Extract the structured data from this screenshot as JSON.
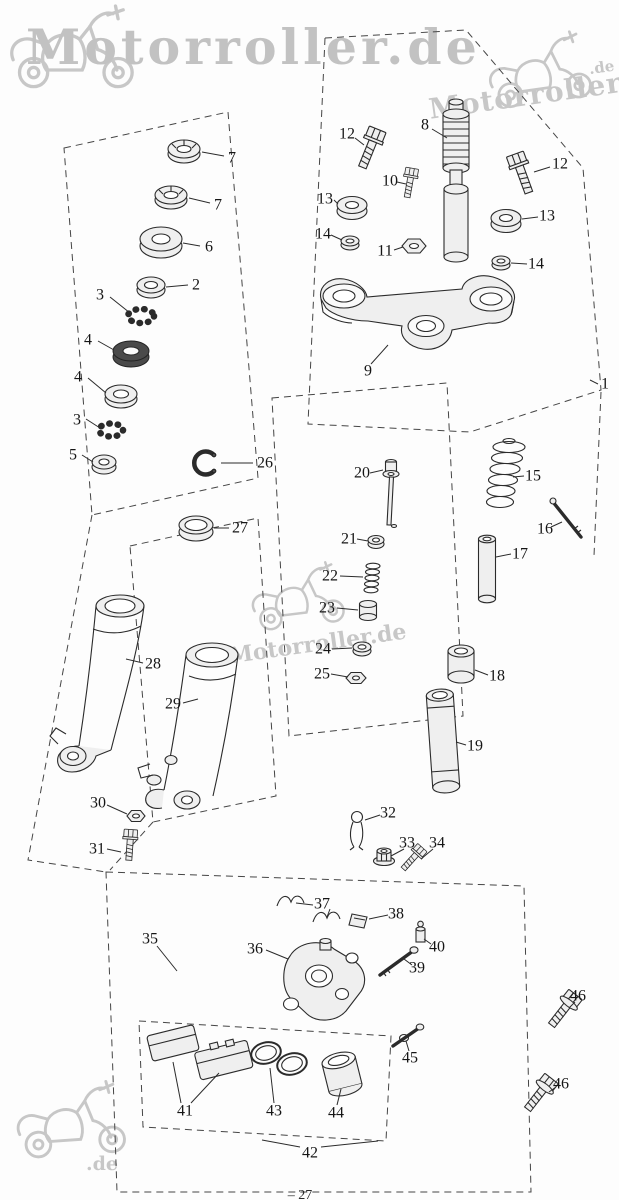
{
  "watermarks": {
    "top_text": "Motorroller.de",
    "diagonal_text": "Motorroller",
    "diagonal_suffix": ".de",
    "center_text": "Motorroller.de",
    "bottom_suffix": ".de"
  },
  "footer_text": "– 27",
  "callouts": [
    "7",
    "7",
    "6",
    "2",
    "3",
    "4",
    "4",
    "3",
    "5",
    "12",
    "8",
    "10",
    "13",
    "12",
    "13",
    "14",
    "11",
    "14",
    "9",
    "1",
    "26",
    "27",
    "20",
    "15",
    "16",
    "17",
    "21",
    "22",
    "23",
    "24",
    "25",
    "18",
    "19",
    "28",
    "29",
    "30",
    "31",
    "32",
    "33",
    "34",
    "37",
    "38",
    "36",
    "40",
    "39",
    "35",
    "46",
    "45",
    "46",
    "41",
    "43",
    "44",
    "42"
  ]
}
